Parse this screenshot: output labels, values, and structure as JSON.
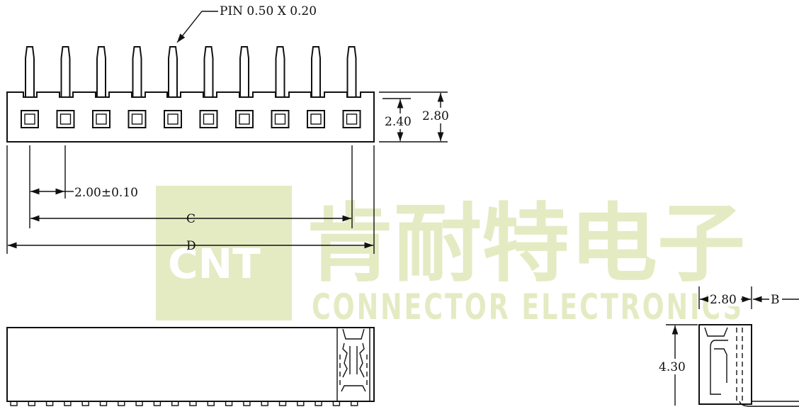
{
  "watermark": {
    "logo": "CNT",
    "cn": "肯耐特电子",
    "en": "CONNECTOR ELECTRONICS"
  },
  "labels": {
    "pin": "PIN 0.50 X 0.20",
    "height_240": "2.40",
    "height_280": "2.80",
    "pitch": "2.00±0.10",
    "dim_c": "C",
    "dim_d": "D",
    "side_width": "2.80",
    "side_b": "B",
    "side_height": "4.30"
  },
  "connector": {
    "pin_count": 10
  }
}
